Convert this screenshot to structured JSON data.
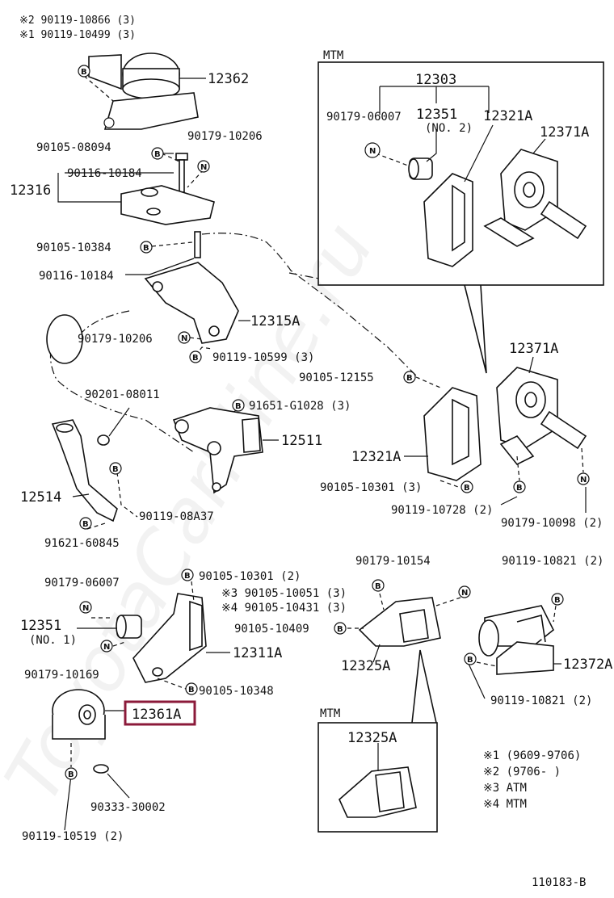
{
  "figure_id": "110183-B",
  "watermark": "ToyotaCarMine.ru",
  "highlight_color": "#8b1a3a",
  "insets": [
    {
      "title": "MTM"
    },
    {
      "title": "MTM"
    }
  ],
  "symbol_letters": {
    "bolt": "B",
    "nut": "N"
  },
  "labels": {
    "l_290119": "※2 90119-10866 (3)",
    "l_190119": "※1 90119-10499 (3)",
    "l_12362": "12362",
    "l_90105_08094": "90105-08094",
    "l_90179_10206a": "90179-10206",
    "l_90116_10184a": "90116-10184",
    "l_12316": "12316",
    "l_90105_10384": "90105-10384",
    "l_90116_10184b": "90116-10184",
    "l_12315A": "12315A",
    "l_90179_10206b": "90179-10206",
    "l_90119_10599": "90119-10599 (3)",
    "l_90201_08011": "90201-08011",
    "l_91651_G1028": "91651-G1028 (3)",
    "l_12511": "12511",
    "l_12514": "12514",
    "l_90119_08A37": "90119-08A37",
    "l_91621_60845": "91621-60845",
    "l_12303": "12303",
    "l_90179_06007a": "90179-06007",
    "l_12351a": "12351",
    "l_no2": "(NO. 2)",
    "l_12321Aa": "12321A",
    "l_12371Aa": "12371A",
    "l_12371Ab": "12371A",
    "l_90105_12155": "90105-12155",
    "l_12321Ab": "12321A",
    "l_90105_10301a": "90105-10301 (3)",
    "l_90119_10728": "90119-10728 (2)",
    "l_90179_10098": "90179-10098 (2)",
    "l_90179_10154": "90179-10154",
    "l_90119_10821a": "90119-10821 (2)",
    "l_90179_06007b": "90179-06007",
    "l_90105_10301b": "90105-10301 (2)",
    "l_90105_10051": "※3 90105-10051 (3)",
    "l_90105_10431": "※4 90105-10431 (3)",
    "l_12351b": "12351",
    "l_no1": "(NO. 1)",
    "l_90105_10409": "90105-10409",
    "l_12311A": "12311A",
    "l_90179_10169": "90179-10169",
    "l_12325Aa": "12325A",
    "l_12372A": "12372A",
    "l_90105_10348": "90105-10348",
    "l_12361A": "12361A",
    "l_90119_10821b": "90119-10821 (2)",
    "l_12325Ab": "12325A",
    "l_90333_30002": "90333-30002",
    "l_90119_10519": "90119-10519 (2)"
  },
  "legend": [
    "※1 (9609-9706)",
    "※2 (9706-    )",
    "※3 ATM",
    "※4 MTM"
  ]
}
